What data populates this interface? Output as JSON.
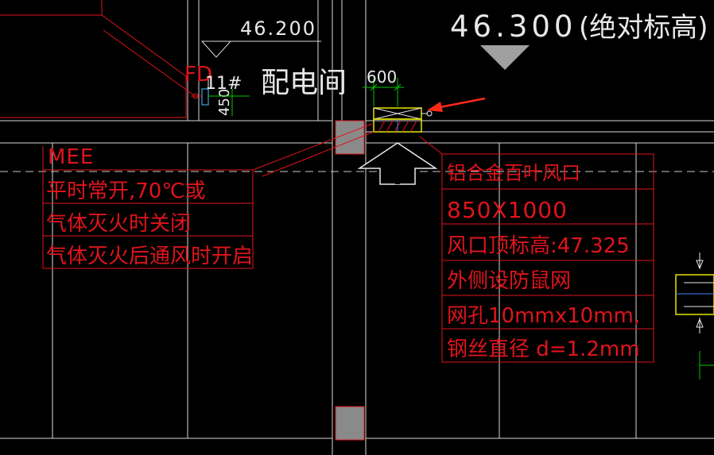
{
  "colors": {
    "background": "#000000",
    "wall": "#d8d8d8",
    "annotation": "#e0141b",
    "dimension": "#00c800",
    "column_fill": "#8a8a8a",
    "equipment_outline": "#e6e600",
    "label_text": "#e8e8e8",
    "arrow": "#ff2a1a",
    "marker": "#4080ff"
  },
  "elevations": {
    "left_value": "46.200",
    "main_value": "46.300",
    "main_note": "(绝对标高)"
  },
  "room": {
    "name": "配电间",
    "damper_code": "FD",
    "damper_number": "11#",
    "damper_dim": "450"
  },
  "louver_width_dim": "600",
  "damper_note": {
    "title": "MEE",
    "lines": [
      "平时常开,70℃或",
      "气体灭火时关闭",
      "气体灭火后通风时开启"
    ]
  },
  "louver_note": {
    "lines": [
      "铝合金百叶风口",
      "850X1000",
      "风口顶标高:47.325",
      "外侧设防鼠网",
      "网孔10mmx10mm,",
      "钢丝直径  d=1.2mm"
    ]
  }
}
